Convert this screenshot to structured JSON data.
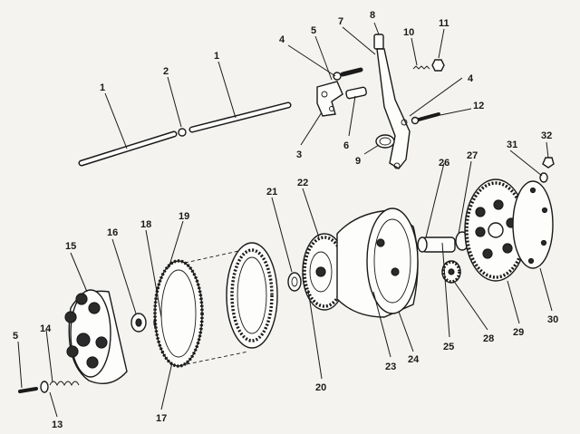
{
  "labels": {
    "l1a": "1",
    "l1b": "1",
    "l2": "2",
    "l3": "3",
    "l4a": "4",
    "l4b": "4",
    "l5a": "5",
    "l5b": "5",
    "l6": "6",
    "l7": "7",
    "l8": "8",
    "l9": "9",
    "l10": "10",
    "l11": "11",
    "l12": "12",
    "l13": "13",
    "l14": "14",
    "l15": "15",
    "l16": "16",
    "l17": "17",
    "l18": "18",
    "l19": "19",
    "l20": "20",
    "l21": "21",
    "l22": "22",
    "l23": "23",
    "l24": "24",
    "l25": "25",
    "l26": "26",
    "l27": "27",
    "l28": "28",
    "l29": "29",
    "l30": "30",
    "l31": "31",
    "l32": "32"
  },
  "colors": {
    "ink": "#1a1a1a",
    "paper": "#f4f3ef"
  }
}
